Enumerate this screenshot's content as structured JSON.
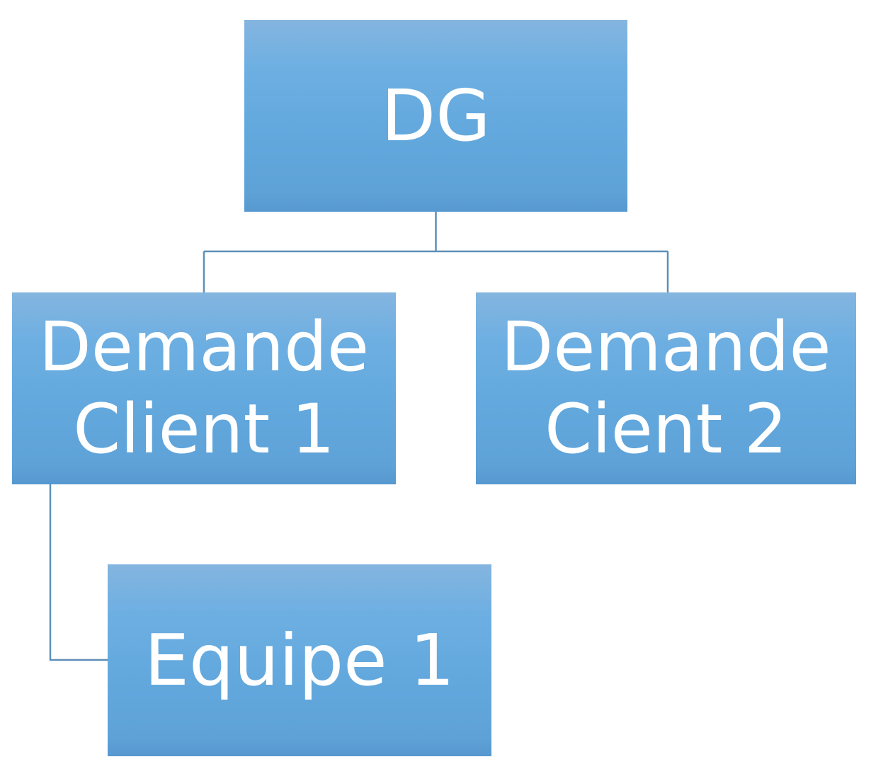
{
  "diagram": {
    "type": "org-chart",
    "nodes": {
      "dg": {
        "lines": [
          "DG"
        ]
      },
      "client1": {
        "lines": [
          "Demande",
          "Client 1"
        ]
      },
      "client2": {
        "lines": [
          "Demande",
          "Cient 2"
        ]
      },
      "equipe1": {
        "lines": [
          "Equipe 1"
        ]
      }
    },
    "edges": [
      {
        "from": "DG",
        "to": "Demande Client 1"
      },
      {
        "from": "DG",
        "to": "Demande Cient 2"
      },
      {
        "from": "Demande Client 1",
        "to": "Equipe 1"
      }
    ],
    "colors": {
      "box_fill_top": "#84b5df",
      "box_fill_bottom": "#5698cf",
      "text": "#ffffff",
      "connector": "#5e8fb8"
    }
  }
}
